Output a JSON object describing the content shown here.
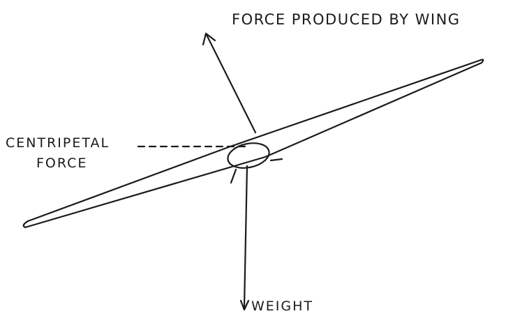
{
  "labels": {
    "wing_force": "FORCE PRODUCED BY WING",
    "centripetal_line1": "CENTRIPETAL",
    "centripetal_line2": "FORCE",
    "weight": "WEIGHT"
  },
  "colors": {
    "ink": "#1a1a1a",
    "background": "#ffffff"
  }
}
